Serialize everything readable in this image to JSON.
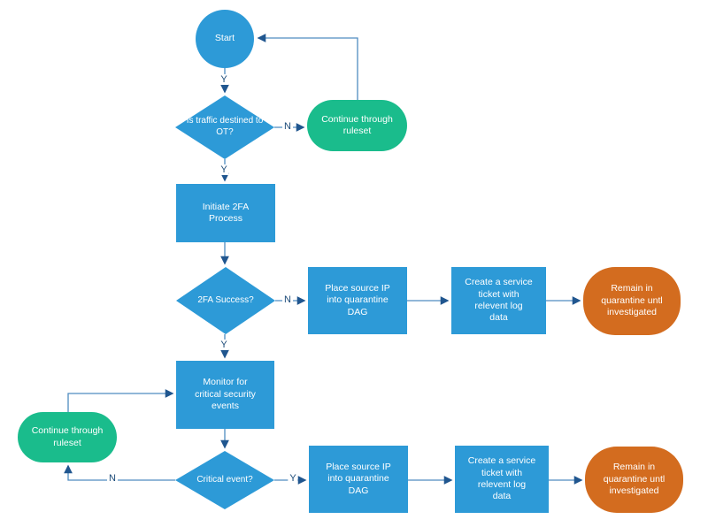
{
  "diagram": {
    "description": "Network security flowchart for OT traffic with 2FA and quarantine process",
    "colors": {
      "process_blue": "#2d9ad7",
      "terminator_green": "#1abc8c",
      "terminator_orange": "#d36c1f",
      "connector_line": "#4f8cc0",
      "arrowhead": "#20568f",
      "edge_label_text": "#1b4a78",
      "node_text": "#ffffff",
      "background": "#ffffff"
    },
    "nodes": {
      "start": {
        "type": "start-circle",
        "label": "Start"
      },
      "d1": {
        "type": "decision",
        "label": "Is traffic destined to\nOT?"
      },
      "pill_ruleset_top": {
        "type": "terminator",
        "label": "Continue through\nruleset"
      },
      "rect_2fa": {
        "type": "process",
        "label": "Initiate 2FA\nProcess"
      },
      "d2": {
        "type": "decision",
        "label": "2FA Success?"
      },
      "rect_quarantine_top": {
        "type": "process",
        "label": "Place source IP\ninto quarantine\nDAG"
      },
      "rect_ticket_top": {
        "type": "process",
        "label": "Create a service\nticket with\nrelevent log\ndata"
      },
      "pill_remain_top": {
        "type": "terminator",
        "label": "Remain in\nquarantine untl\ninvestigated"
      },
      "rect_monitor": {
        "type": "process",
        "label": "Monitor for\ncritical security\nevents"
      },
      "pill_ruleset_bottom": {
        "type": "terminator",
        "label": "Continue through\nruleset"
      },
      "d3": {
        "type": "decision",
        "label": "Critical event?"
      },
      "rect_quarantine_bottom": {
        "type": "process",
        "label": "Place source IP\ninto quarantine\nDAG"
      },
      "rect_ticket_bottom": {
        "type": "process",
        "label": "Create a service\nticket with\nrelevent log\ndata"
      },
      "pill_remain_bottom": {
        "type": "terminator",
        "label": "Remain in\nquarantine untl\ninvestigated"
      }
    },
    "edge_labels": {
      "start_to_d1": "Y",
      "d1_no": "N",
      "d1_yes": "Y",
      "d2_no": "N",
      "d2_yes": "Y",
      "d3_yes": "Y",
      "d3_no": "N"
    }
  }
}
